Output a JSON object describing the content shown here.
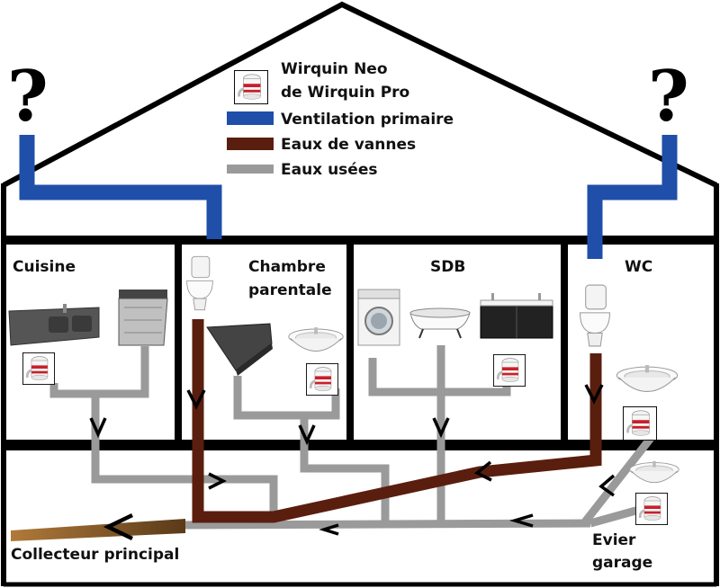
{
  "question_mark": "?",
  "legend": {
    "valve_line1": "Wirquin Neo",
    "valve_line2": "de Wirquin Pro",
    "ventilation": "Ventilation primaire",
    "black_water": "Eaux de vannes",
    "grey_water": "Eaux usées"
  },
  "rooms": {
    "cuisine": "Cuisine",
    "chambre_line1": "Chambre",
    "chambre_line2": "parentale",
    "sdb": "SDB",
    "wc": "WC"
  },
  "collector": "Collecteur principal",
  "garage_line1": "Evier",
  "garage_line2": "garage",
  "colors": {
    "ventilation": "#1f4fa8",
    "black_water": "#5a1e0e",
    "grey_water": "#9a9a9a",
    "collector_start": "#b07a3a",
    "collector_end": "#5a3a18",
    "house_outline": "#000000"
  },
  "icons": {
    "valve": "wirquin-valve-icon",
    "toilet": "toilet-icon",
    "sink": "sink-icon",
    "dishwasher": "dishwasher-icon",
    "kitchen_sink": "kitchen-sink-icon",
    "washing_machine": "washing-machine-icon",
    "bathtub": "bathtub-icon",
    "vanity": "double-vanity-icon",
    "shower_tray": "shower-tray-icon"
  }
}
